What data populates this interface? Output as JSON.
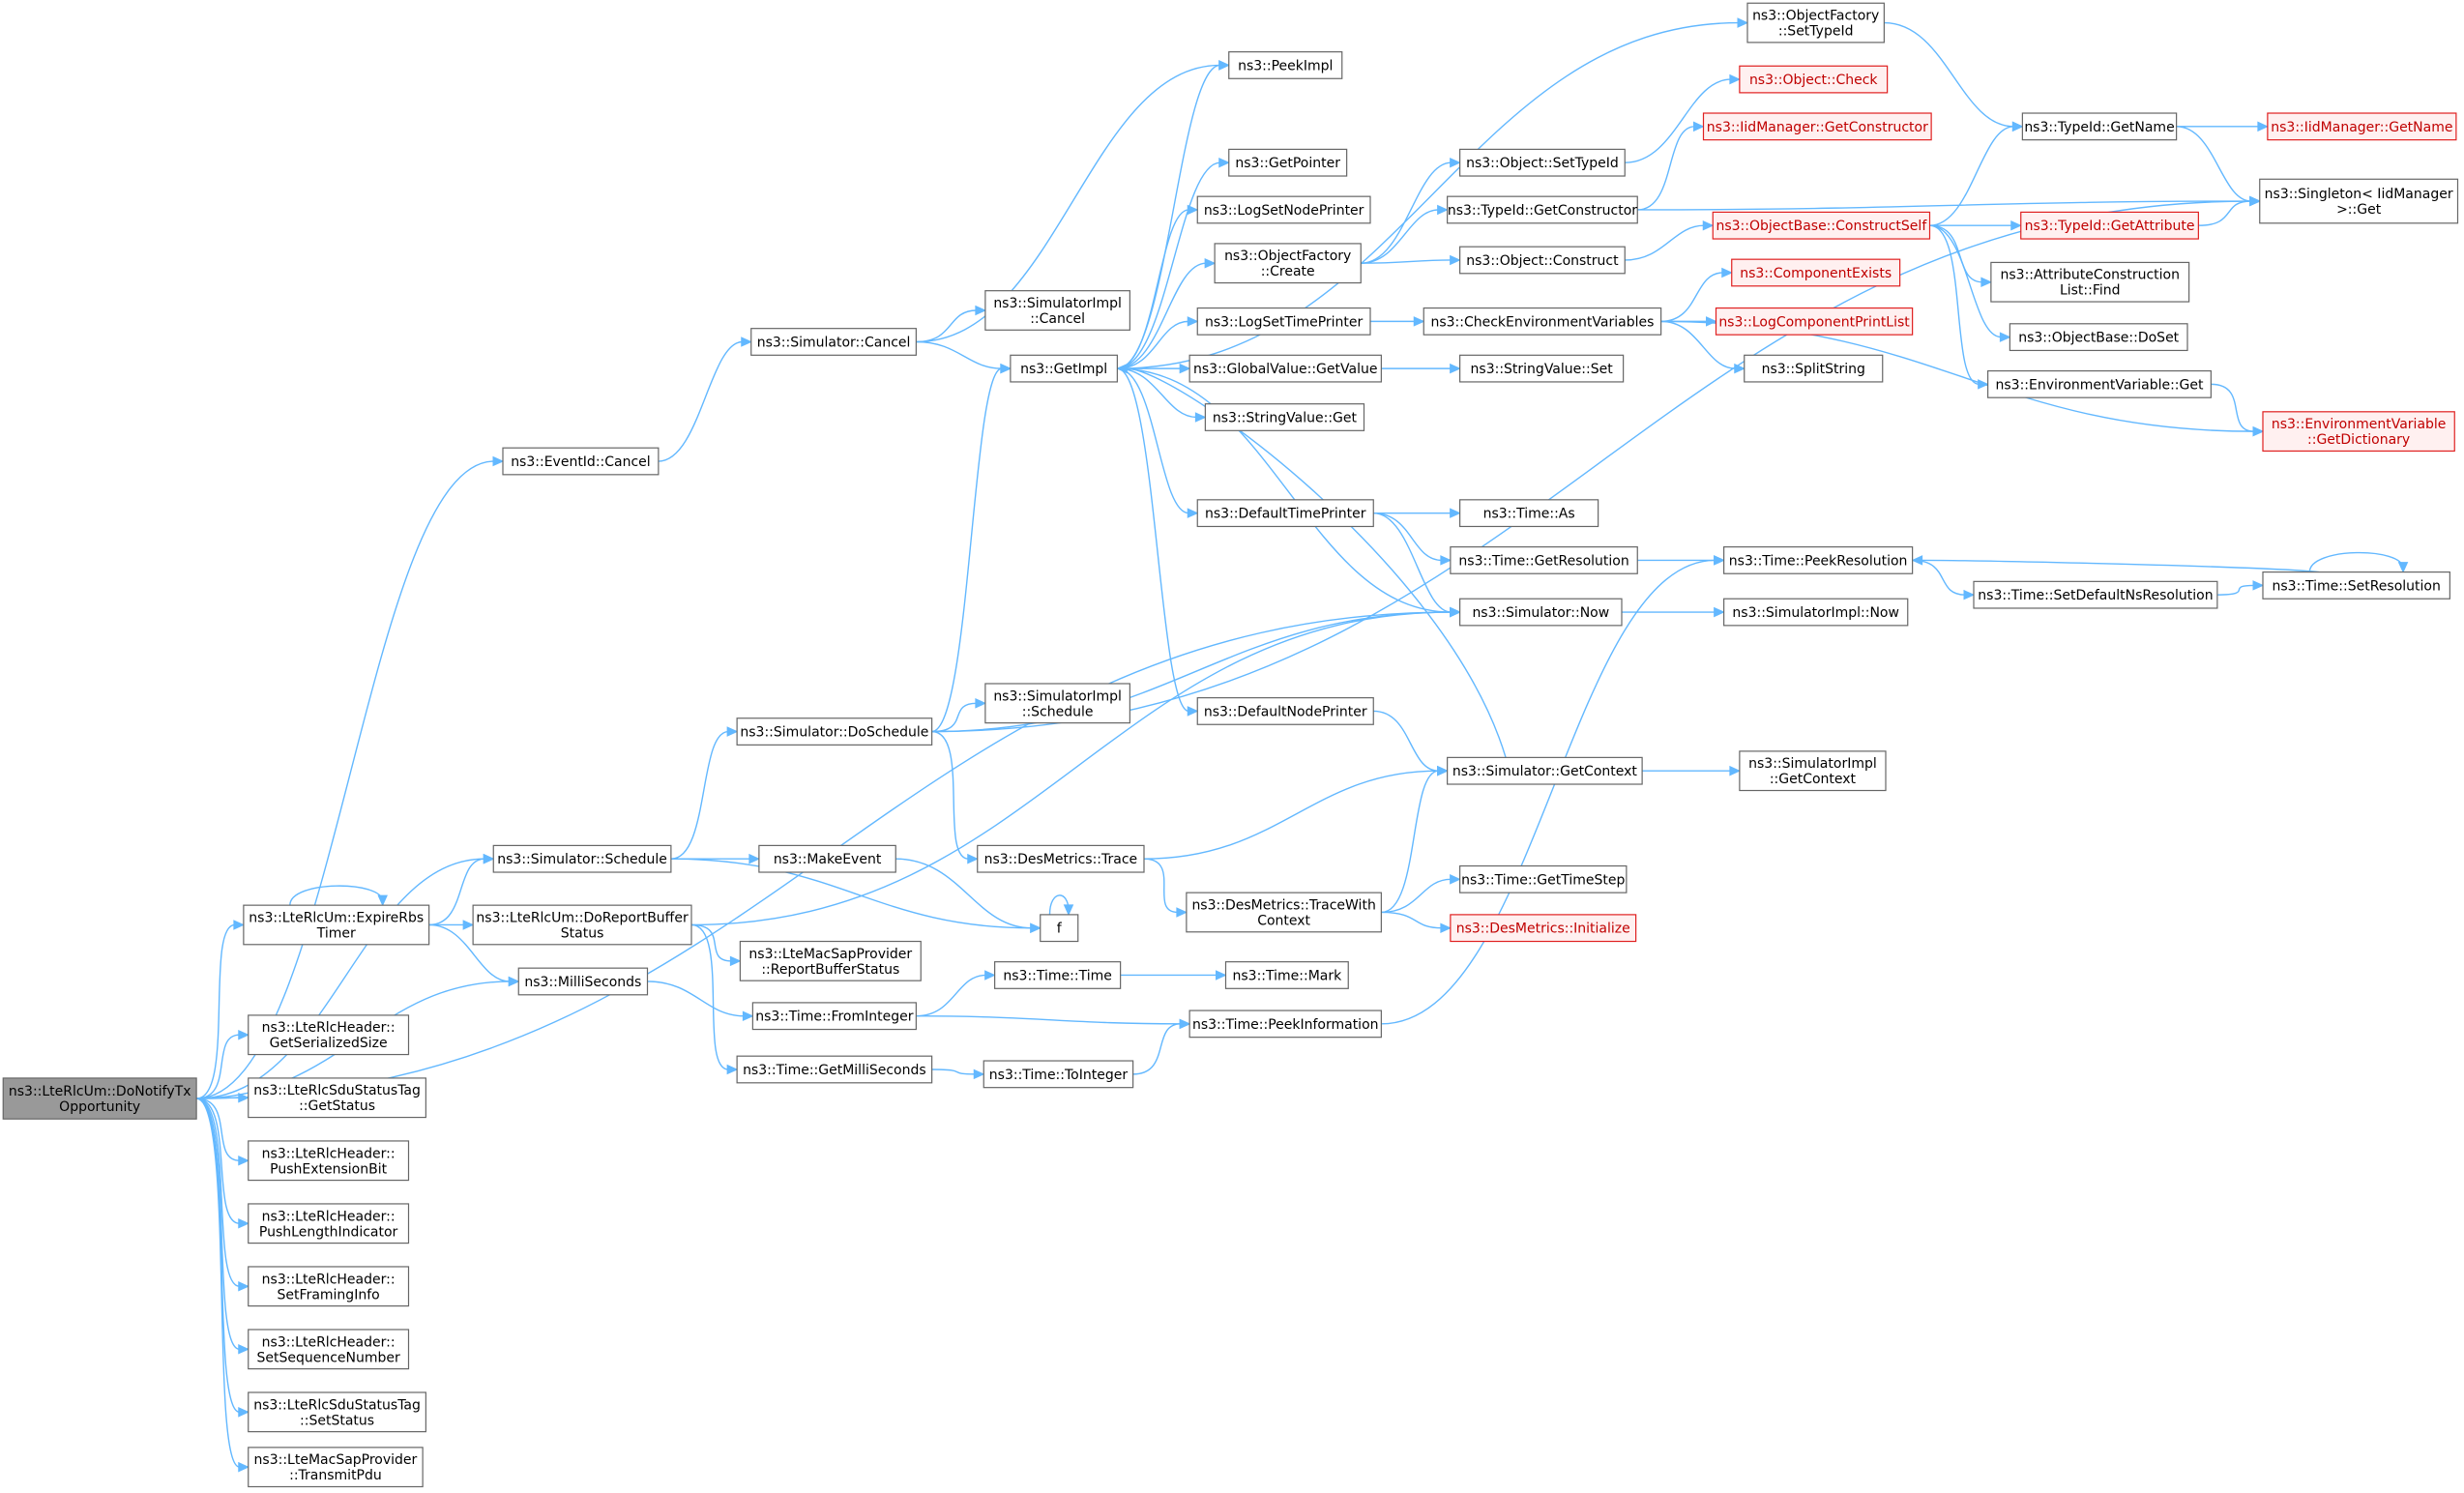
{
  "colors": {
    "edge": "#63b8ff",
    "node_border": "#666666",
    "root_fill": "#999999",
    "truncated_border": "#e02020",
    "truncated_fill": "#fff0f0"
  },
  "nodes": [
    {
      "id": "root",
      "lines": [
        "ns3::LteRlcUm::DoNotifyTx",
        "Opportunity"
      ],
      "style": "root"
    },
    {
      "id": "eventid_cancel",
      "lines": [
        "ns3::EventId::Cancel"
      ]
    },
    {
      "id": "sim_cancel",
      "lines": [
        "ns3::Simulator::Cancel"
      ]
    },
    {
      "id": "peekimpl",
      "lines": [
        "ns3::PeekImpl"
      ]
    },
    {
      "id": "simimpl_cancel",
      "lines": [
        "ns3::SimulatorImpl",
        "::Cancel"
      ]
    },
    {
      "id": "getimpl",
      "lines": [
        "ns3::GetImpl"
      ]
    },
    {
      "id": "getpointer",
      "lines": [
        "ns3::GetPointer"
      ]
    },
    {
      "id": "logsetnodeprinter",
      "lines": [
        "ns3::LogSetNodePrinter"
      ]
    },
    {
      "id": "objfactory_create",
      "lines": [
        "ns3::ObjectFactory",
        "::Create"
      ]
    },
    {
      "id": "logsettimeprinter",
      "lines": [
        "ns3::LogSetTimePrinter"
      ]
    },
    {
      "id": "globalvalue_getvalue",
      "lines": [
        "ns3::GlobalValue::GetValue"
      ]
    },
    {
      "id": "stringvalue_get",
      "lines": [
        "ns3::StringValue::Get"
      ]
    },
    {
      "id": "defaulttimeprinter",
      "lines": [
        "ns3::DefaultTimePrinter"
      ]
    },
    {
      "id": "defaultnodeprinter",
      "lines": [
        "ns3::DefaultNodePrinter"
      ]
    },
    {
      "id": "objfactory_settypeid",
      "lines": [
        "ns3::ObjectFactory",
        "::SetTypeId"
      ]
    },
    {
      "id": "object_check",
      "lines": [
        "ns3::Object::Check"
      ],
      "style": "trunc"
    },
    {
      "id": "iidmanager_getconstructor",
      "lines": [
        "ns3::IidManager::GetConstructor"
      ],
      "style": "trunc"
    },
    {
      "id": "object_settypeid",
      "lines": [
        "ns3::Object::SetTypeId"
      ]
    },
    {
      "id": "typeid_getconstructor",
      "lines": [
        "ns3::TypeId::GetConstructor"
      ]
    },
    {
      "id": "object_construct",
      "lines": [
        "ns3::Object::Construct"
      ]
    },
    {
      "id": "checkenvvars",
      "lines": [
        "ns3::CheckEnvironmentVariables"
      ]
    },
    {
      "id": "stringvalue_set",
      "lines": [
        "ns3::StringValue::Set"
      ]
    },
    {
      "id": "typeid_getname",
      "lines": [
        "ns3::TypeId::GetName"
      ]
    },
    {
      "id": "iidmanager_getname",
      "lines": [
        "ns3::IidManager::GetName"
      ],
      "style": "trunc"
    },
    {
      "id": "objbase_constructself",
      "lines": [
        "ns3::ObjectBase::ConstructSelf"
      ],
      "style": "trunc"
    },
    {
      "id": "typeid_getattribute",
      "lines": [
        "ns3::TypeId::GetAttribute"
      ],
      "style": "trunc"
    },
    {
      "id": "singleton_get",
      "lines": [
        "ns3::Singleton< IidManager",
        " >::Get"
      ]
    },
    {
      "id": "attrconstruction_find",
      "lines": [
        "ns3::AttributeConstruction",
        "List::Find"
      ]
    },
    {
      "id": "objbase_doset",
      "lines": [
        "ns3::ObjectBase::DoSet"
      ]
    },
    {
      "id": "envvar_get",
      "lines": [
        "ns3::EnvironmentVariable::Get"
      ]
    },
    {
      "id": "envvar_getdictionary",
      "lines": [
        "ns3::EnvironmentVariable",
        "::GetDictionary"
      ],
      "style": "trunc"
    },
    {
      "id": "componentexists",
      "lines": [
        "ns3::ComponentExists"
      ],
      "style": "trunc"
    },
    {
      "id": "logcomponentprintlist",
      "lines": [
        "ns3::LogComponentPrintList"
      ],
      "style": "trunc"
    },
    {
      "id": "splitstring",
      "lines": [
        "ns3::SplitString"
      ]
    },
    {
      "id": "time_as",
      "lines": [
        "ns3::Time::As"
      ]
    },
    {
      "id": "time_getresolution",
      "lines": [
        "ns3::Time::GetResolution"
      ]
    },
    {
      "id": "sim_now",
      "lines": [
        "ns3::Simulator::Now"
      ]
    },
    {
      "id": "time_peekresolution",
      "lines": [
        "ns3::Time::PeekResolution"
      ]
    },
    {
      "id": "simimpl_now",
      "lines": [
        "ns3::SimulatorImpl::Now"
      ]
    },
    {
      "id": "time_setdefaultnsresolution",
      "lines": [
        "ns3::Time::SetDefaultNsResolution"
      ]
    },
    {
      "id": "time_setresolution",
      "lines": [
        "ns3::Time::SetResolution"
      ]
    },
    {
      "id": "simimpl_schedule",
      "lines": [
        "ns3::SimulatorImpl",
        "::Schedule"
      ]
    },
    {
      "id": "sim_doschedule",
      "lines": [
        "ns3::Simulator::DoSchedule"
      ]
    },
    {
      "id": "sim_getcontext",
      "lines": [
        "ns3::Simulator::GetContext"
      ]
    },
    {
      "id": "simimpl_getcontext",
      "lines": [
        "ns3::SimulatorImpl",
        "::GetContext"
      ]
    },
    {
      "id": "sim_schedule",
      "lines": [
        "ns3::Simulator::Schedule"
      ]
    },
    {
      "id": "makeevent",
      "lines": [
        "ns3::MakeEvent"
      ]
    },
    {
      "id": "desmetrics_trace",
      "lines": [
        "ns3::DesMetrics::Trace"
      ]
    },
    {
      "id": "expirerbs",
      "lines": [
        "ns3::LteRlcUm::ExpireRbs",
        "Timer"
      ]
    },
    {
      "id": "doreportbuffer",
      "lines": [
        "ns3::LteRlcUm::DoReportBuffer",
        "Status"
      ]
    },
    {
      "id": "f",
      "lines": [
        "f"
      ]
    },
    {
      "id": "desmetrics_tracewithcontext",
      "lines": [
        "ns3::DesMetrics::TraceWith",
        "Context"
      ]
    },
    {
      "id": "time_gettimestep",
      "lines": [
        "ns3::Time::GetTimeStep"
      ]
    },
    {
      "id": "desmetrics_initialize",
      "lines": [
        "ns3::DesMetrics::Initialize"
      ],
      "style": "trunc"
    },
    {
      "id": "reportbufferstatus",
      "lines": [
        "ns3::LteMacSapProvider",
        "::ReportBufferStatus"
      ]
    },
    {
      "id": "milliseconds",
      "lines": [
        "ns3::MilliSeconds"
      ]
    },
    {
      "id": "time_time",
      "lines": [
        "ns3::Time::Time"
      ]
    },
    {
      "id": "time_mark",
      "lines": [
        "ns3::Time::Mark"
      ]
    },
    {
      "id": "time_frominteger",
      "lines": [
        "ns3::Time::FromInteger"
      ]
    },
    {
      "id": "time_peekinformation",
      "lines": [
        "ns3::Time::PeekInformation"
      ]
    },
    {
      "id": "time_getmilliseconds",
      "lines": [
        "ns3::Time::GetMilliSeconds"
      ]
    },
    {
      "id": "time_tointeger",
      "lines": [
        "ns3::Time::ToInteger"
      ]
    },
    {
      "id": "hdr_getserializedsize",
      "lines": [
        "ns3::LteRlcHeader::",
        "GetSerializedSize"
      ]
    },
    {
      "id": "sdutag_getstatus",
      "lines": [
        "ns3::LteRlcSduStatusTag",
        "::GetStatus"
      ]
    },
    {
      "id": "hdr_pushextensionbit",
      "lines": [
        "ns3::LteRlcHeader::",
        "PushExtensionBit"
      ]
    },
    {
      "id": "hdr_pushlengthindicator",
      "lines": [
        "ns3::LteRlcHeader::",
        "PushLengthIndicator"
      ]
    },
    {
      "id": "hdr_setframinginfo",
      "lines": [
        "ns3::LteRlcHeader::",
        "SetFramingInfo"
      ]
    },
    {
      "id": "hdr_setsequencenumber",
      "lines": [
        "ns3::LteRlcHeader::",
        "SetSequenceNumber"
      ]
    },
    {
      "id": "sdutag_setstatus",
      "lines": [
        "ns3::LteRlcSduStatusTag",
        "::SetStatus"
      ]
    },
    {
      "id": "transmitpdu",
      "lines": [
        "ns3::LteMacSapProvider",
        "::TransmitPdu"
      ]
    }
  ],
  "edges": [
    [
      "root",
      "eventid_cancel"
    ],
    [
      "root",
      "sim_now"
    ],
    [
      "root",
      "sim_schedule"
    ],
    [
      "root",
      "expirerbs"
    ],
    [
      "root",
      "milliseconds"
    ],
    [
      "root",
      "hdr_getserializedsize"
    ],
    [
      "root",
      "sdutag_getstatus"
    ],
    [
      "root",
      "hdr_pushextensionbit"
    ],
    [
      "root",
      "hdr_pushlengthindicator"
    ],
    [
      "root",
      "hdr_setframinginfo"
    ],
    [
      "root",
      "hdr_setsequencenumber"
    ],
    [
      "root",
      "sdutag_setstatus"
    ],
    [
      "root",
      "transmitpdu"
    ],
    [
      "eventid_cancel",
      "sim_cancel"
    ],
    [
      "sim_cancel",
      "peekimpl"
    ],
    [
      "sim_cancel",
      "simimpl_cancel"
    ],
    [
      "sim_cancel",
      "getimpl"
    ],
    [
      "getimpl",
      "peekimpl"
    ],
    [
      "getimpl",
      "getpointer"
    ],
    [
      "getimpl",
      "logsetnodeprinter"
    ],
    [
      "getimpl",
      "objfactory_create"
    ],
    [
      "getimpl",
      "logsettimeprinter"
    ],
    [
      "getimpl",
      "globalvalue_getvalue"
    ],
    [
      "getimpl",
      "stringvalue_get"
    ],
    [
      "getimpl",
      "defaulttimeprinter"
    ],
    [
      "getimpl",
      "defaultnodeprinter"
    ],
    [
      "getimpl",
      "objfactory_settypeid"
    ],
    [
      "getimpl",
      "sim_now"
    ],
    [
      "objfactory_settypeid",
      "typeid_getname"
    ],
    [
      "objfactory_create",
      "object_settypeid"
    ],
    [
      "objfactory_create",
      "typeid_getconstructor"
    ],
    [
      "objfactory_create",
      "object_construct"
    ],
    [
      "object_settypeid",
      "object_check"
    ],
    [
      "typeid_getconstructor",
      "iidmanager_getconstructor"
    ],
    [
      "typeid_getconstructor",
      "singleton_get"
    ],
    [
      "object_construct",
      "objbase_constructself"
    ],
    [
      "objbase_constructself",
      "typeid_getname"
    ],
    [
      "objbase_constructself",
      "typeid_getattribute"
    ],
    [
      "objbase_constructself",
      "attrconstruction_find"
    ],
    [
      "objbase_constructself",
      "objbase_doset"
    ],
    [
      "objbase_constructself",
      "envvar_get"
    ],
    [
      "typeid_getname",
      "iidmanager_getname"
    ],
    [
      "typeid_getname",
      "singleton_get"
    ],
    [
      "typeid_getattribute",
      "singleton_get"
    ],
    [
      "envvar_get",
      "envvar_getdictionary"
    ],
    [
      "logsettimeprinter",
      "checkenvvars"
    ],
    [
      "checkenvvars",
      "componentexists"
    ],
    [
      "checkenvvars",
      "logcomponentprintlist"
    ],
    [
      "checkenvvars",
      "splitstring"
    ],
    [
      "checkenvvars",
      "envvar_getdictionary"
    ],
    [
      "globalvalue_getvalue",
      "stringvalue_set"
    ],
    [
      "defaulttimeprinter",
      "time_as"
    ],
    [
      "defaulttimeprinter",
      "time_getresolution"
    ],
    [
      "defaulttimeprinter",
      "sim_now"
    ],
    [
      "time_getresolution",
      "time_peekresolution"
    ],
    [
      "sim_now",
      "simimpl_now"
    ],
    [
      "time_peekresolution",
      "time_setdefaultnsresolution"
    ],
    [
      "time_setdefaultnsresolution",
      "time_setresolution"
    ],
    [
      "time_setresolution",
      "time_peekresolution"
    ],
    [
      "time_setresolution",
      "time_setresolution"
    ],
    [
      "defaultnodeprinter",
      "sim_getcontext"
    ],
    [
      "sim_getcontext",
      "simimpl_getcontext"
    ],
    [
      "sim_getcontext",
      "getimpl"
    ],
    [
      "sim_doschedule",
      "getimpl"
    ],
    [
      "sim_doschedule",
      "simimpl_schedule"
    ],
    [
      "sim_doschedule",
      "sim_now"
    ],
    [
      "sim_doschedule",
      "desmetrics_trace"
    ],
    [
      "sim_doschedule",
      "singleton_get"
    ],
    [
      "sim_schedule",
      "sim_doschedule"
    ],
    [
      "sim_schedule",
      "makeevent"
    ],
    [
      "sim_schedule",
      "f"
    ],
    [
      "makeevent",
      "f"
    ],
    [
      "f",
      "f"
    ],
    [
      "desmetrics_trace",
      "sim_getcontext"
    ],
    [
      "desmetrics_trace",
      "desmetrics_tracewithcontext"
    ],
    [
      "desmetrics_tracewithcontext",
      "sim_getcontext"
    ],
    [
      "desmetrics_tracewithcontext",
      "time_gettimestep"
    ],
    [
      "desmetrics_tracewithcontext",
      "desmetrics_initialize"
    ],
    [
      "expirerbs",
      "expirerbs"
    ],
    [
      "expirerbs",
      "sim_schedule"
    ],
    [
      "expirerbs",
      "doreportbuffer"
    ],
    [
      "expirerbs",
      "milliseconds"
    ],
    [
      "doreportbuffer",
      "sim_now"
    ],
    [
      "doreportbuffer",
      "reportbufferstatus"
    ],
    [
      "doreportbuffer",
      "time_getmilliseconds"
    ],
    [
      "milliseconds",
      "time_frominteger"
    ],
    [
      "time_frominteger",
      "time_time"
    ],
    [
      "time_frominteger",
      "time_peekinformation"
    ],
    [
      "time_time",
      "time_mark"
    ],
    [
      "time_getmilliseconds",
      "time_tointeger"
    ],
    [
      "time_tointeger",
      "time_peekinformation"
    ],
    [
      "time_peekinformation",
      "time_peekresolution"
    ]
  ]
}
